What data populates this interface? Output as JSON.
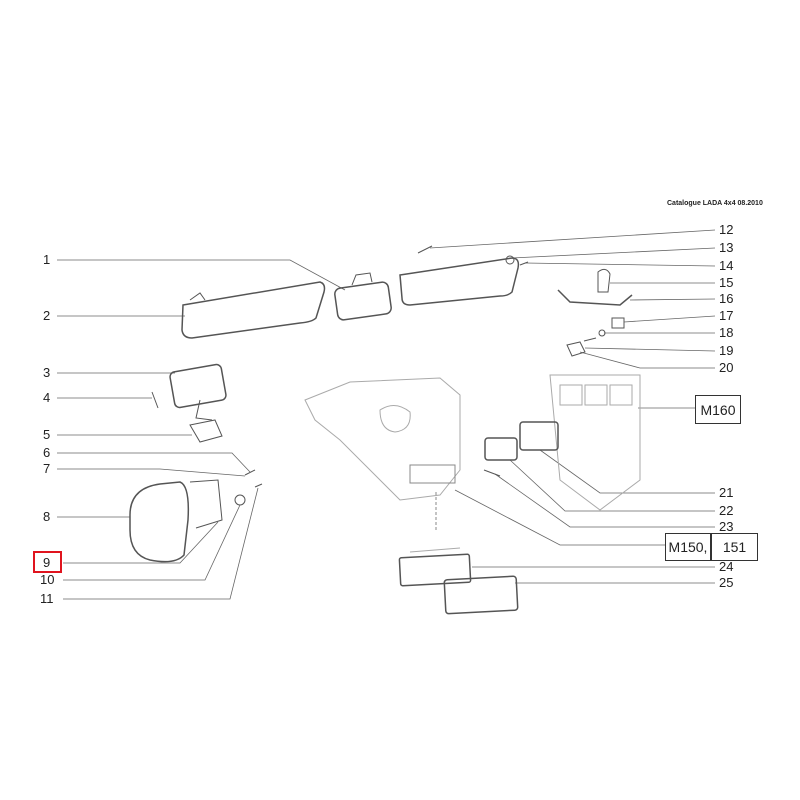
{
  "header": {
    "catalogue": "Catalogue LADA 4x4  08.2010"
  },
  "callouts_left": [
    "1",
    "2",
    "3",
    "4",
    "5",
    "6",
    "7",
    "8",
    "9",
    "10",
    "11"
  ],
  "callouts_right": [
    "12",
    "13",
    "14",
    "15",
    "16",
    "17",
    "18",
    "19",
    "20",
    "21",
    "22",
    "23",
    "24",
    "25"
  ],
  "references": {
    "m160": "M160",
    "m150": "M150,",
    "m151": "151"
  },
  "highlight": {
    "callout": "9",
    "color": "#e0141e"
  }
}
